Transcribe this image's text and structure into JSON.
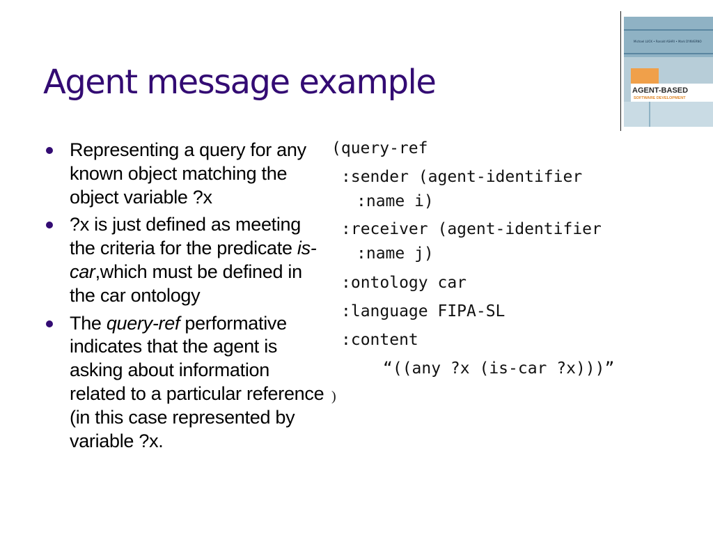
{
  "slide": {
    "title": "Agent message example"
  },
  "cover": {
    "authors": "Michael LUCK • Ronald ASHRI • Mark D'INVERNO",
    "title": "AGENT-BASED",
    "subtitle": "SOFTWARE DEVELOPMENT"
  },
  "bullets": [
    {
      "text_before": "Representing a query for any known object matching the object variable ?x",
      "italic": "",
      "text_after": ""
    },
    {
      "text_before": "?x is just defined as meeting the criteria for the predicate ",
      "italic": "is-car",
      "text_after": ",which must be defined in the car ontology"
    },
    {
      "text_before": "The ",
      "italic": "query-ref",
      "text_after": " performative indicates that the agent is asking about information related to a particular reference (in this case represented by variable ?x."
    }
  ],
  "code": {
    "lines": [
      "(query-ref",
      ":sender (agent-identifier",
      ":name i)",
      ":receiver (agent-identifier",
      ":name j)",
      ":ontology car",
      ":language FIPA-SL",
      ":content",
      "“((any ?x (is-car ?x)))”",
      ")"
    ]
  },
  "colors": {
    "title": "#330b73",
    "bullet": "#330b73",
    "text": "#000000"
  }
}
